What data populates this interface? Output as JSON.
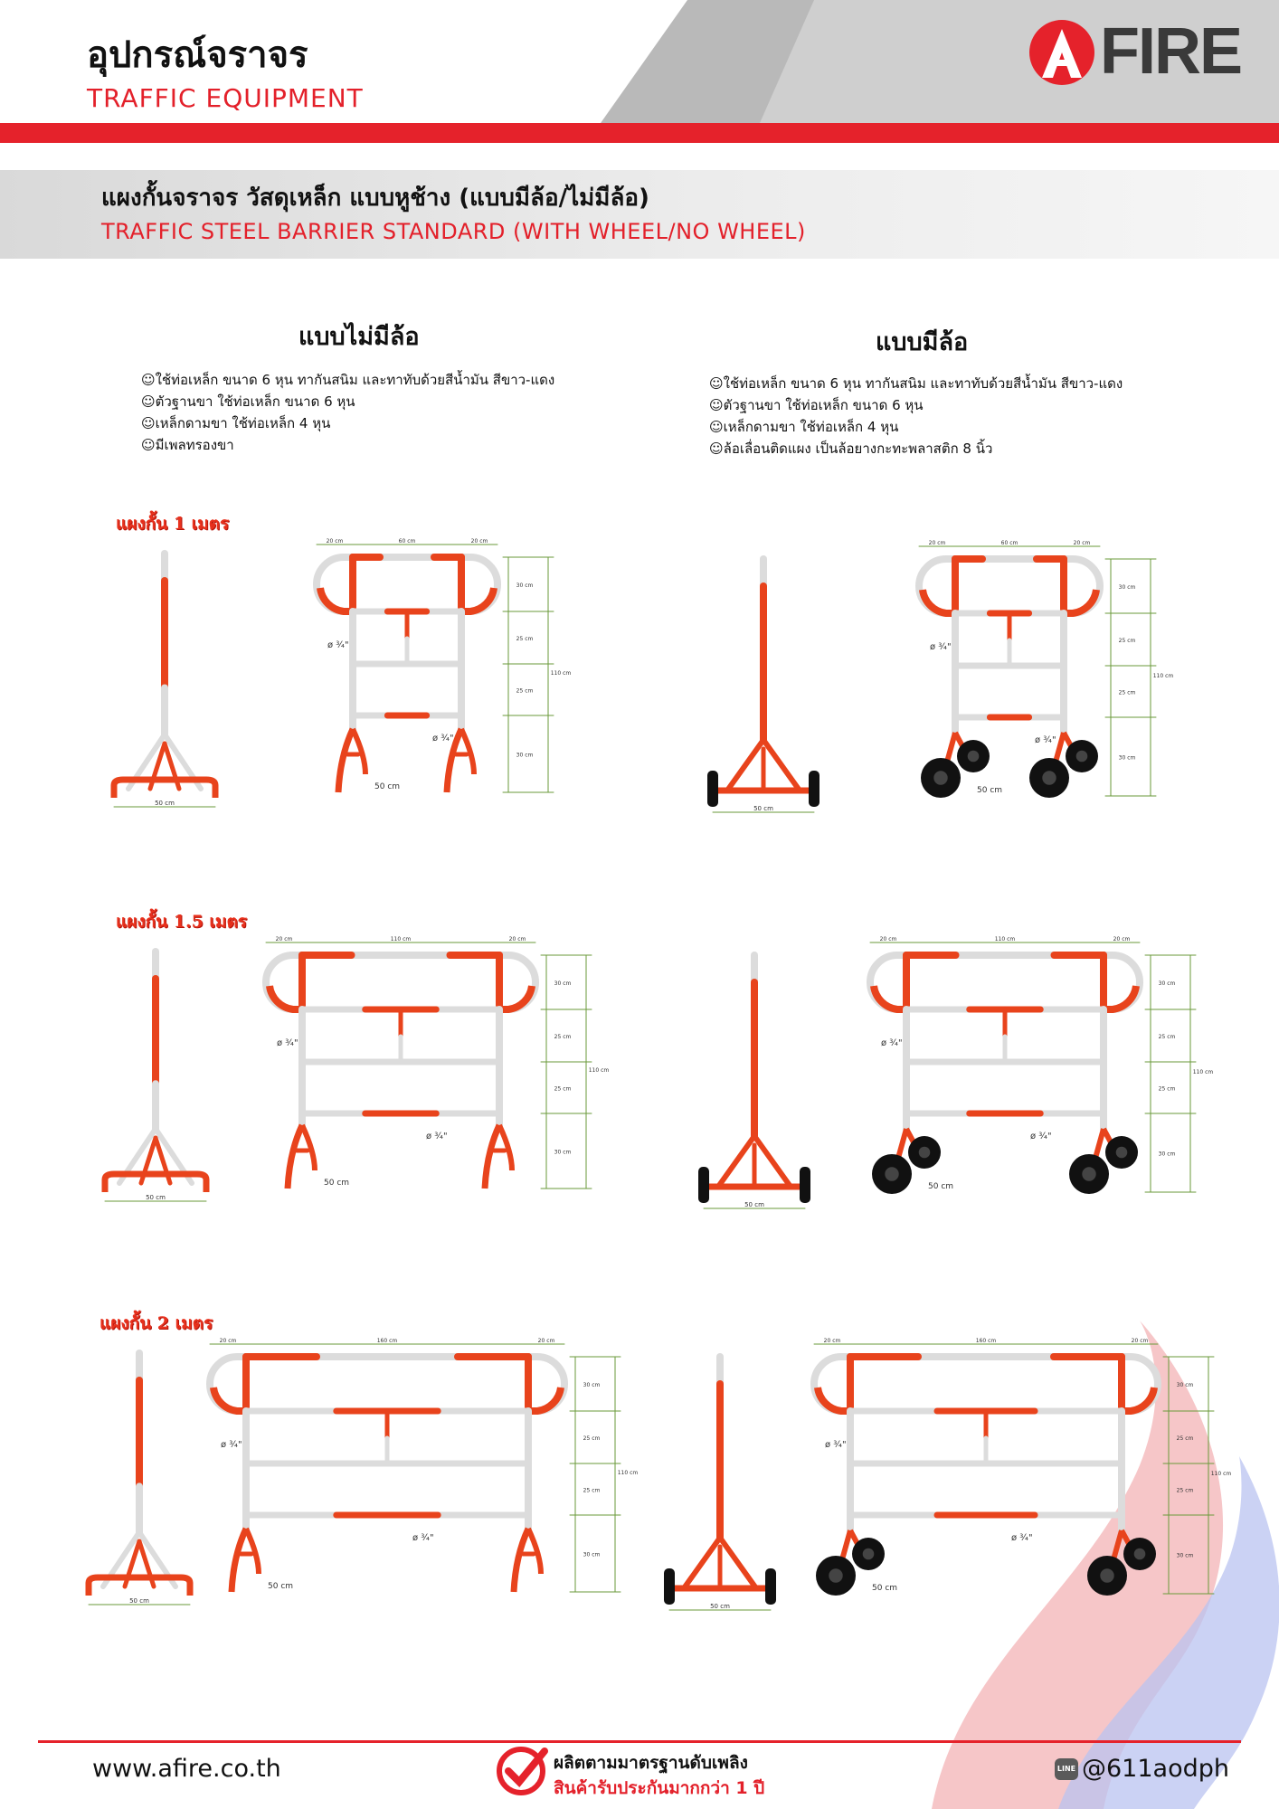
{
  "header": {
    "title_th": "อุปกรณ์จราจร",
    "title_en": "TRAFFIC EQUIPMENT",
    "logo_text": "FIRE",
    "colors": {
      "accent": "#e5222b",
      "logo_gray": "#3a3a3a"
    }
  },
  "product": {
    "title_th": "แผงกั้นจราจร วัสดุเหล็ก แบบหูช้าง (แบบมีล้อ/ไม่มีล้อ)",
    "title_en": "TRAFFIC STEEL BARRIER STANDARD (WITH WHEEL/NO WHEEL)"
  },
  "columns": {
    "no_wheel": {
      "title": "แบบไม่มีล้อ",
      "specs": [
        "ใช้ท่อเหล็ก ขนาด 6 หุน ทากันสนิม และทาทับด้วยสีน้ำมัน สีขาว-แดง",
        "ตัวฐานขา ใช้ท่อเหล็ก ขนาด 6 หุน",
        "เหล็กดามขา ใช้ท่อเหล็ก 4 หุน",
        "มีเพลทรองขา"
      ]
    },
    "with_wheel": {
      "title": "แบบมีล้อ",
      "specs": [
        "ใช้ท่อเหล็ก ขนาด 6 หุน ทากันสนิม และทาทับด้วยสีน้ำมัน สีขาว-แดง",
        "ตัวฐานขา ใช้ท่อเหล็ก ขนาด 6 หุน",
        "เหล็กดามขา ใช้ท่อเหล็ก 4 หุน",
        "ล้อเลื่อนติดแผง เป็นล้อยางกะทะพลาสติก 8 นิ้ว"
      ]
    }
  },
  "sizes": [
    {
      "label": "แผงกั้น 1 เมตร",
      "width_cm": "60 cm"
    },
    {
      "label": "แผงกั้น 1.5 เมตร",
      "width_cm": "110 cm"
    },
    {
      "label": "แผงกั้น 2 เมตร",
      "width_cm": "160 cm"
    }
  ],
  "dims": {
    "side_cm": "20 cm",
    "base_cm": "50 cm",
    "leg_cm": "50 cm",
    "total_height": "110 cm",
    "h30": "30 cm",
    "h25": "25 cm",
    "pipe": "ø ¾\""
  },
  "footer": {
    "url": "www.afire.co.th",
    "standard_1": "ผลิตตามมาตรฐานดับเพลิง",
    "standard_2": "สินค้ารับประกันมากกว่า 1 ปี",
    "line_badge": "LINE",
    "line_id": "@611aodph"
  }
}
